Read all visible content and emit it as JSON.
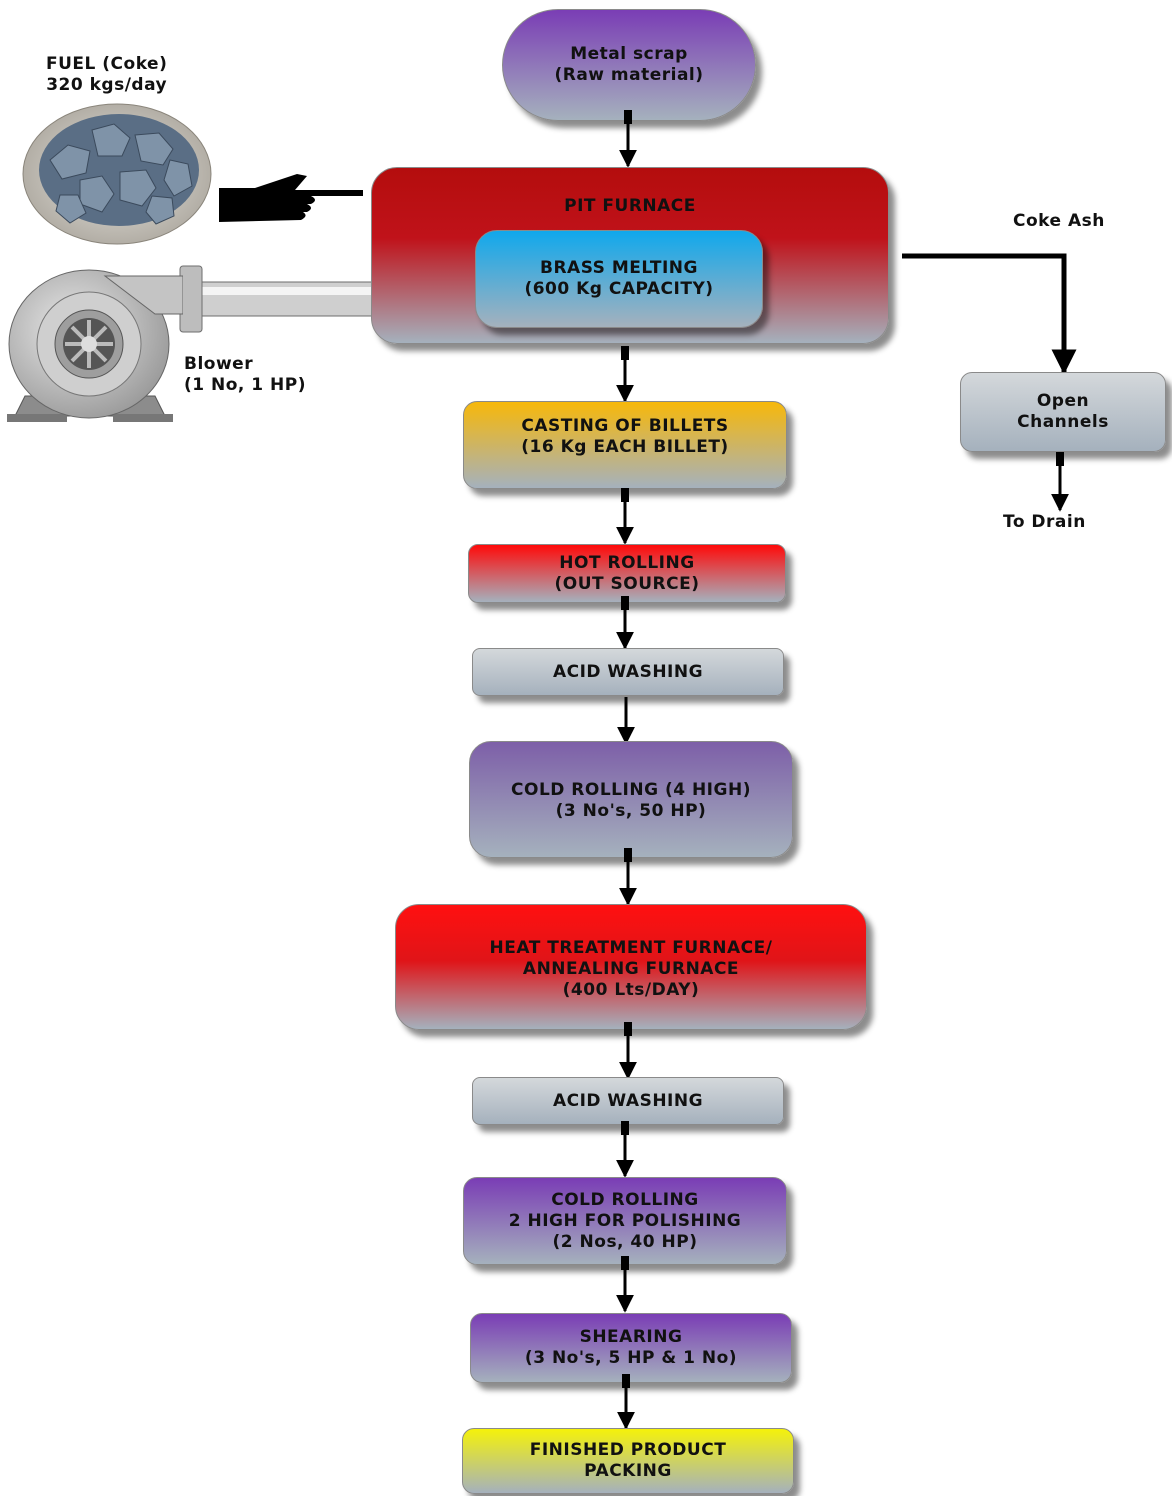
{
  "nodes": {
    "metal_scrap": "Metal scrap\n(Raw material)",
    "pit_furnace": "PIT FURNACE",
    "brass_melting": "BRASS MELTING\n(600 Kg CAPACITY)",
    "casting": "CASTING OF BILLETS\n(16 Kg EACH BILLET)",
    "hot_rolling": "HOT ROLLING\n(OUT SOURCE)",
    "acid_washing_1": "ACID WASHING",
    "cold_rolling_4high": "COLD ROLLING (4 HIGH)\n(3 No's, 50 HP)",
    "heat_treatment": "HEAT TREATMENT FURNACE/\nANNEALING FURNACE\n(400 Lts/DAY)",
    "acid_washing_2": "ACID WASHING",
    "cold_rolling_2high": "COLD ROLLING\n2 HIGH FOR POLISHING\n(2 Nos, 40 HP)",
    "shearing": "SHEARING\n(3 No's, 5 HP & 1 No)",
    "finished": "FINISHED PRODUCT\nPACKING",
    "open_channels": "Open\nChannels"
  },
  "labels": {
    "fuel": "FUEL (Coke)\n320 kgs/day",
    "blower": "Blower\n(1 No, 1 HP)",
    "coke_ash": "Coke Ash",
    "to_drain": "To Drain"
  },
  "icons": [
    "coke-basket-icon",
    "pointing-hand-icon",
    "blower-fan-icon"
  ],
  "colors": {
    "purple": "#7a3db5",
    "red": "#c0121a",
    "blue": "#1aa8e6",
    "orange": "#f4b81c",
    "bright_red": "#ff1010",
    "gray": "#c9cfd3",
    "yellow": "#f2ef10",
    "bottom_gray": "#a5b1bd"
  }
}
